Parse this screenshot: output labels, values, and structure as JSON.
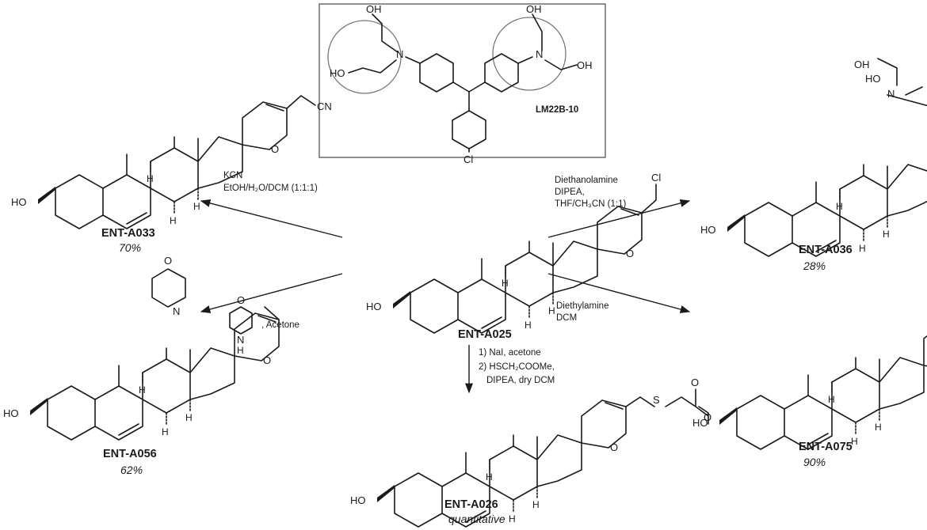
{
  "box": {
    "compound": "LM22B-10"
  },
  "center": {
    "name": "ENT-A025"
  },
  "reactions": {
    "kcn": {
      "line1": "KCN",
      "line2": "EtOH/H₂O/DCM (1:1:1)"
    },
    "morpholine": {
      "line1": ", Acetone"
    },
    "ethanolamine": {
      "line1": "Diethanolamine",
      "line2": "DIPEA,",
      "line3": "THF/CH₃CN (1:1)"
    },
    "diethylamine": {
      "line1": "Diethylamine",
      "line2": "DCM"
    },
    "thio": {
      "line1": "1) NaI, acetone",
      "line2": "2) HSCH₂COOMe,",
      "line3": "DIPEA, dry DCM"
    }
  },
  "products": {
    "a033": {
      "name": "ENT-A033",
      "yield": "70%"
    },
    "a056": {
      "name": "ENT-A056",
      "yield": "62%"
    },
    "a036": {
      "name": "ENT-A036",
      "yield": "28%"
    },
    "a075": {
      "name": "ENT-A075",
      "yield": "90%"
    },
    "a026": {
      "name": "ENT-A026",
      "yield": "quantitative"
    }
  },
  "atoms": {
    "hydroxyl": "HO",
    "oxygen": "O",
    "hydrogen": "H",
    "nitrogen": "N",
    "chlorine": "Cl",
    "cyano": "CN",
    "sulfur": "S",
    "nh": "N",
    "nh_h": "H",
    "oh": "OH"
  }
}
